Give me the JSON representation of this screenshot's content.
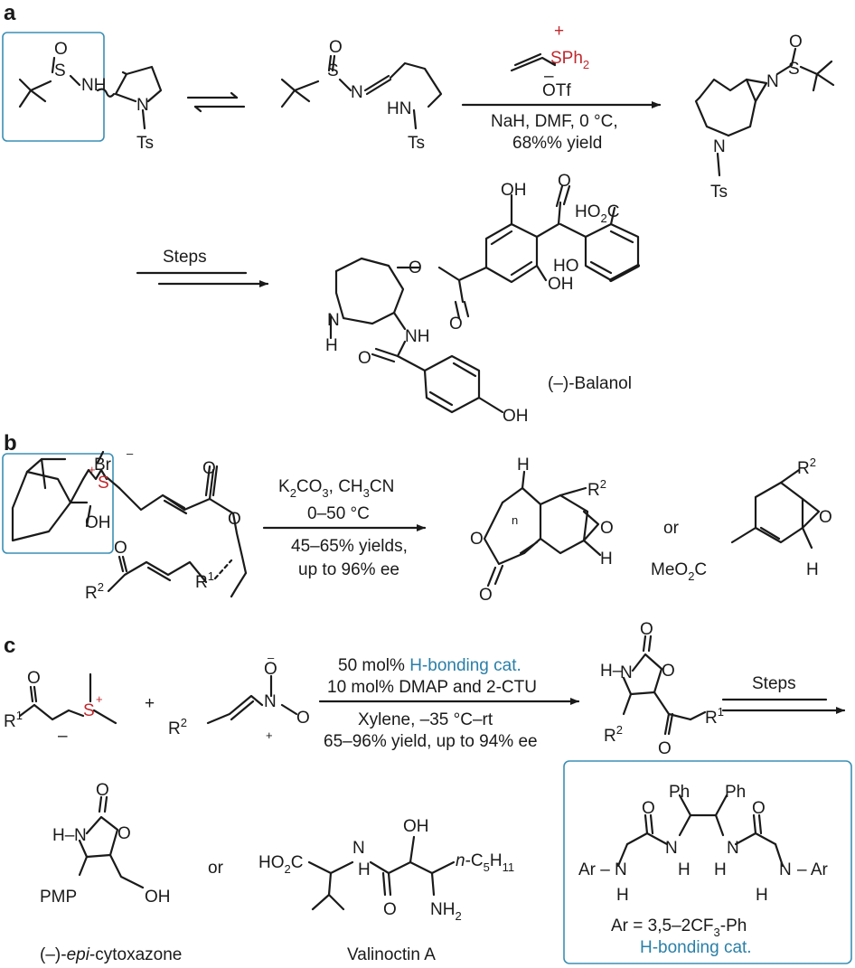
{
  "panels": {
    "a": "a",
    "b": "b",
    "c": "c"
  },
  "colors": {
    "sulfur": "#c0282d",
    "frame": "#3a8fb5",
    "catalyst_text": "#2a7fa8",
    "ink": "#1a1a1a"
  },
  "scheme_a": {
    "reagent_ylide": "SPh",
    "reagent_ylide_sub": "2",
    "reagent_plus": "+",
    "counterion": "OTf",
    "counterion_minus": "–",
    "conditions_line1": "NaH, DMF, 0 °C,",
    "conditions_line2": "68%% yield",
    "steps_label": "Steps",
    "product_name": "(–)-Balanol",
    "atoms": {
      "O": "O",
      "S": "S",
      "N": "N",
      "H": "H",
      "NH": "NH",
      "HN": "HN",
      "Ts": "Ts",
      "OH": "OH",
      "HO": "HO",
      "HO2C_pre": "HO",
      "HO2C_sub": "2",
      "HO2C_post": "C"
    }
  },
  "scheme_b": {
    "counterion": "Br",
    "counterion_minus": "–",
    "sulfonium": "S",
    "plus": "+",
    "cond_line1_pre": "K",
    "cond_line1_sub1": "2",
    "cond_line1_mid": "CO",
    "cond_line1_sub2": "3",
    "cond_line1_post": ", CH",
    "cond_line1_sub3": "3",
    "cond_line1_end": "CN",
    "cond_line2": "0–50 °C",
    "cond_line3": "45–65% yields,",
    "cond_line4": "up to 96% ee",
    "or_label": "or",
    "r1": "R",
    "r1_sup": "1",
    "r2": "R",
    "r2_sup": "2",
    "n_label": "n",
    "meo2c_pre": "MeO",
    "meo2c_sub": "2",
    "meo2c_post": "C",
    "atoms": {
      "O": "O",
      "OH": "OH",
      "H": "H"
    }
  },
  "scheme_c": {
    "plus_sign": "+",
    "sulfonium": "S",
    "cond_line1_pre": "50 mol% ",
    "cond_line1_cat": "H-bonding cat.",
    "cond_line2": "10 mol% DMAP and 2-CTU",
    "cond_line3": "Xylene, –35 °C–rt",
    "cond_line4": "65–96% yield, up to 94% ee",
    "steps_label": "Steps",
    "or_label": "or",
    "product1_name_pre": "(–)-",
    "product1_name_italic": "epi",
    "product1_name_post": "-cytoxazone",
    "product2_name": "Valinoctin A",
    "pmp": "PMP",
    "npentyl_italic": "n",
    "npentyl_rest": "-C",
    "npentyl_sub": "5",
    "npentyl_h": "H",
    "npentyl_sub2": "11",
    "nh2": "NH",
    "nh2_sub": "2",
    "ho2c_pre": "HO",
    "ho2c_sub": "2",
    "ho2c_post": "C",
    "catalyst_ar": "Ar = 3,5–2CF",
    "catalyst_ar_sub": "3",
    "catalyst_ar_post": "-Ph",
    "catalyst_label": "H-bonding cat.",
    "atoms": {
      "O": "O",
      "N": "N",
      "H": "H",
      "OH": "OH",
      "Ph": "Ph",
      "Ar": "Ar",
      "R": "R",
      "sup1": "1",
      "sup2": "2",
      "plus": "+",
      "minus": "–"
    }
  }
}
